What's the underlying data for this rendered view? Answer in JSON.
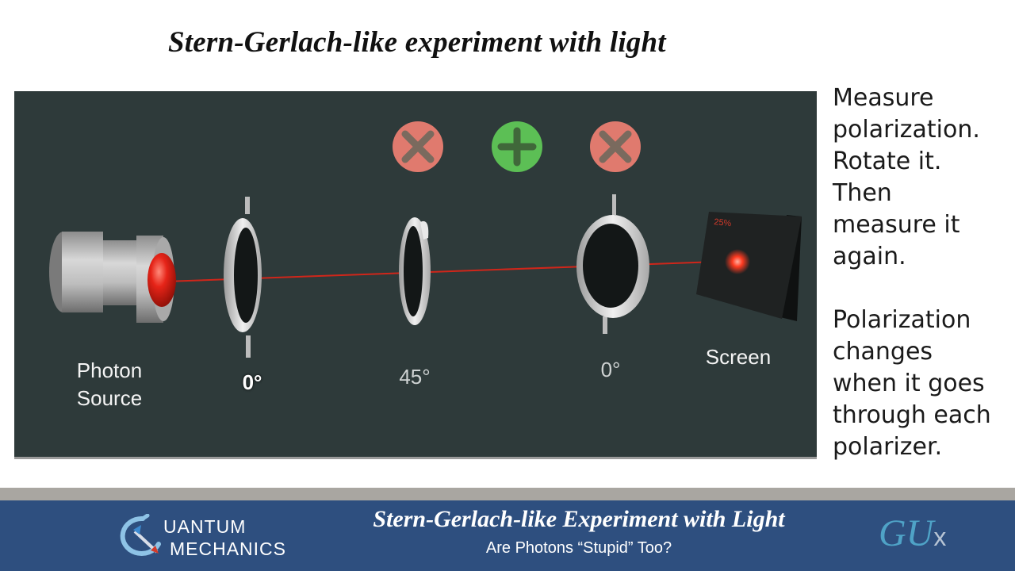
{
  "slide": {
    "title": "Stern-Gerlach-like experiment with light"
  },
  "simulation": {
    "labels": {
      "source_line1": "Photon",
      "source_line2": "Source",
      "screen": "Screen",
      "polarizer1_angle": "0°",
      "polarizer2_angle": "45°",
      "polarizer3_angle": "0°",
      "screen_percent": "25%"
    },
    "controls": [
      {
        "icon": "remove-icon"
      },
      {
        "icon": "add-icon"
      },
      {
        "icon": "remove-icon"
      }
    ],
    "colors": {
      "background": "#2e3a3a",
      "beam": "#d0261a",
      "remove_button": "#e07a6e",
      "add_button": "#5cbf55"
    }
  },
  "side_notes": {
    "paragraph1": [
      "Measure",
      "polarization.",
      "Rotate it.",
      "Then",
      "measure it",
      "again."
    ],
    "paragraph2": [
      "Polarization",
      "changes",
      "when it goes",
      "through each",
      "polarizer."
    ]
  },
  "footer": {
    "logo_line1": "UANTUM",
    "logo_line2": "MECHANICS",
    "title": "Stern-Gerlach-like Experiment with Light",
    "subtitle": "Are Photons “Stupid” Too?",
    "brand_main": "GU",
    "brand_sub": "x"
  }
}
